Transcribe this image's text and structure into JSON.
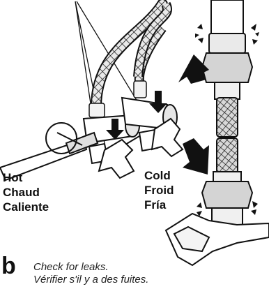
{
  "labels": {
    "hot": [
      "Hot",
      "Chaud",
      "Caliente"
    ],
    "cold": [
      "Cold",
      "Froid",
      "Fría"
    ]
  },
  "step": {
    "letter": "b",
    "caption_en": "Check for leaks.",
    "caption_fr": "Vérifier s'il y a des fuites."
  },
  "icons": [
    "wrench-icon",
    "down-arrow-icon",
    "up-arrow-icon",
    "water-splash-icon",
    "valve-handle-icon",
    "braided-hose-icon"
  ],
  "colors": {
    "ink": "#111111",
    "fill_light": "#ffffff",
    "fill_gray": "#cfcfcf"
  }
}
